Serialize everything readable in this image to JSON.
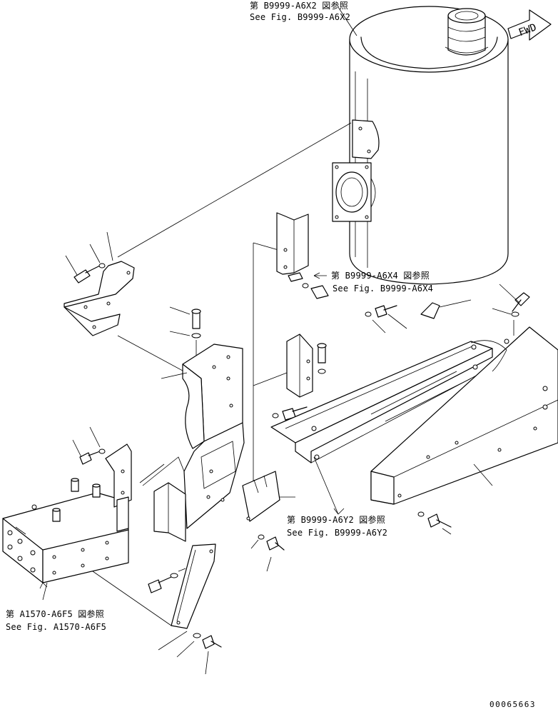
{
  "references": {
    "muffler_ref_jp": "第 B9999-A6X2 図参照",
    "muffler_ref_en": "See Fig. B9999-A6X2",
    "bracket_ref_jp": "第 B9999-A6X4 図参照",
    "bracket_ref_en": "See Fig. B9999-A6X4",
    "frame_ref_jp": "第 B9999-A6Y2 図参照",
    "frame_ref_en": "See Fig. B9999-A6Y2",
    "box_ref_jp": "第 A1570-A6F5 図参照",
    "box_ref_en": "See Fig. A1570-A6F5"
  },
  "direction_label": "FWD",
  "drawing_number": "00065663"
}
